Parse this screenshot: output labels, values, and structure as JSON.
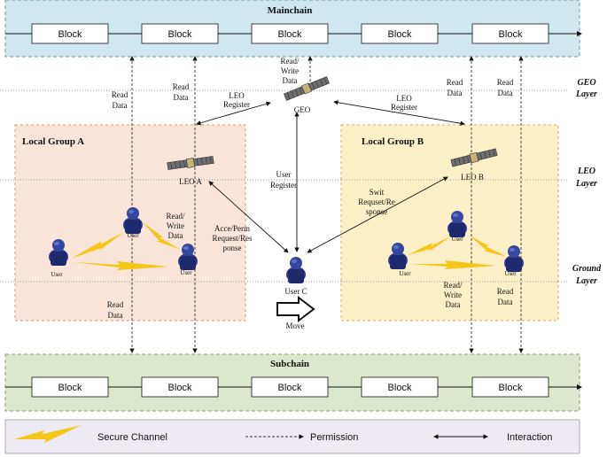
{
  "mainchain": {
    "title": "Mainchain",
    "blocks": [
      "Block",
      "Block",
      "Block",
      "Block",
      "Block"
    ]
  },
  "subchain": {
    "title": "Subchain",
    "blocks": [
      "Block",
      "Block",
      "Block",
      "Block",
      "Block"
    ]
  },
  "layers": {
    "geo_1": "GEO",
    "geo_2": "Layer",
    "leo_1": "LEO",
    "leo_2": "Layer",
    "ground_1": "Ground",
    "ground_2": "Layer"
  },
  "group_a": {
    "title": "Local Group A",
    "satellite": "LEO A",
    "users": [
      "User",
      "User",
      "User"
    ]
  },
  "group_b": {
    "title": "Local Group B",
    "satellite": "LEO B",
    "users": [
      "User",
      "User",
      "User"
    ]
  },
  "geo": {
    "label": "GEO"
  },
  "user_c": {
    "label": "User C",
    "move": "Move"
  },
  "annotations": {
    "read_data": [
      "Read",
      "Data"
    ],
    "read_write_data": [
      "Read/",
      "Write",
      "Data"
    ],
    "leo_register": [
      "LEO",
      "Register"
    ],
    "user_register": [
      "User",
      "Register"
    ],
    "acce_perm": [
      "Acce/Perm",
      "Request/Res",
      "ponse"
    ],
    "swit": [
      "Swit",
      "Requset/Re",
      "sponse"
    ]
  },
  "legend": {
    "secure_channel": "Secure Channel",
    "permission": "Permission",
    "interaction": "Interaction"
  },
  "colors": {
    "mainchain_fill": "#cfe8f0",
    "subchain_fill": "#dce8cc",
    "group_a_fill": "#fbe5d8",
    "group_b_fill": "#fdf0c8",
    "legend_fill": "#eeeaf2",
    "secure_channel": "#f5c518",
    "user_figure": "#2b3a8c"
  }
}
